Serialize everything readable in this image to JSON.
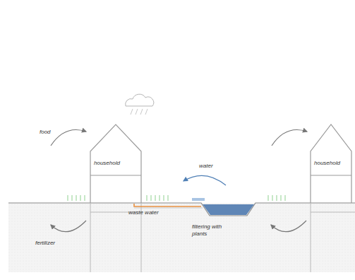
{
  "diagram": {
    "nodes": [
      {
        "text": [
          "household"
        ]
      },
      {
        "text": [
          "household"
        ]
      }
    ],
    "labels": [
      "food",
      "water",
      "waste water",
      "filtering with plants",
      "fertilizer"
    ]
  }
}
